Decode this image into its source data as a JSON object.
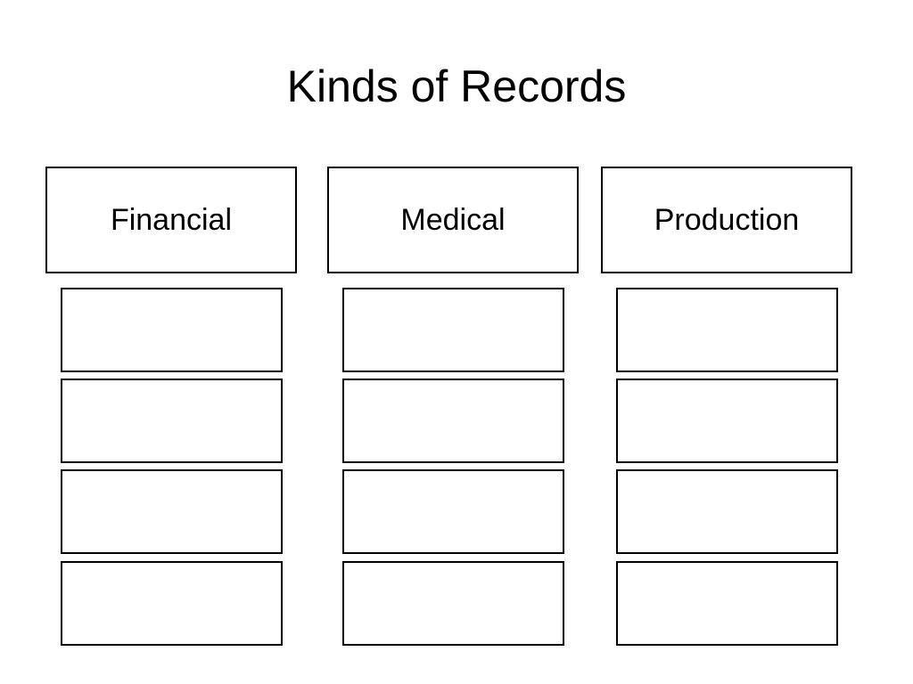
{
  "title": "Kinds of Records",
  "categories": [
    {
      "label": "Financial",
      "items": [
        "",
        "",
        "",
        ""
      ]
    },
    {
      "label": "Medical",
      "items": [
        "",
        "",
        "",
        ""
      ]
    },
    {
      "label": "Production",
      "items": [
        "",
        "",
        "",
        ""
      ]
    }
  ]
}
